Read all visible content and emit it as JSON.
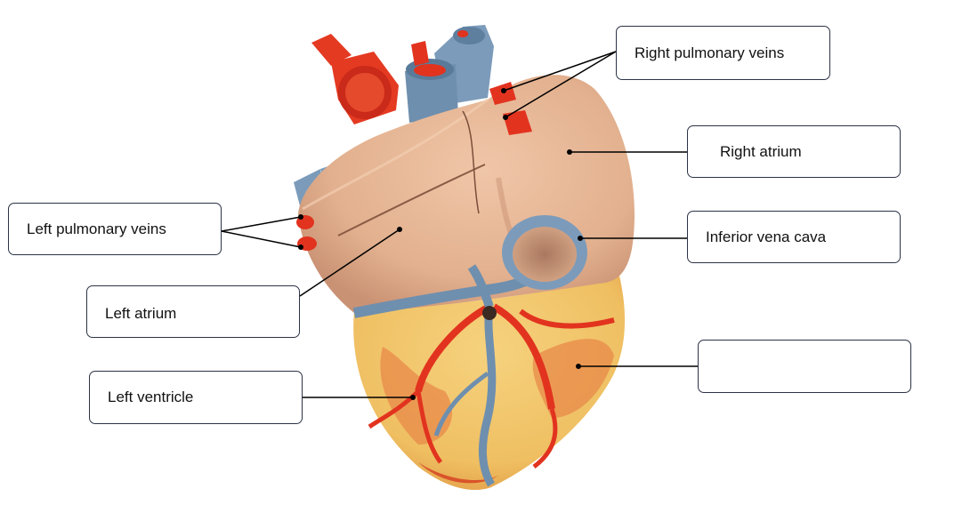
{
  "labels": {
    "right_pulmonary_veins": "Right pulmonary veins",
    "right_atrium": "Right atrium",
    "left_pulmonary_veins": "Left pulmonary veins",
    "inferior_vena_cava": "Inferior vena cava",
    "left_atrium": "Left atrium",
    "left_ventricle": "Left ventricle",
    "blank": ""
  },
  "colors": {
    "atria": "#e6b493",
    "vessel_blue": "#6f8fae",
    "artery_red": "#e0321e",
    "ventricle_yellow": "#f2c46a",
    "muscle_orange": "#e8894a"
  }
}
